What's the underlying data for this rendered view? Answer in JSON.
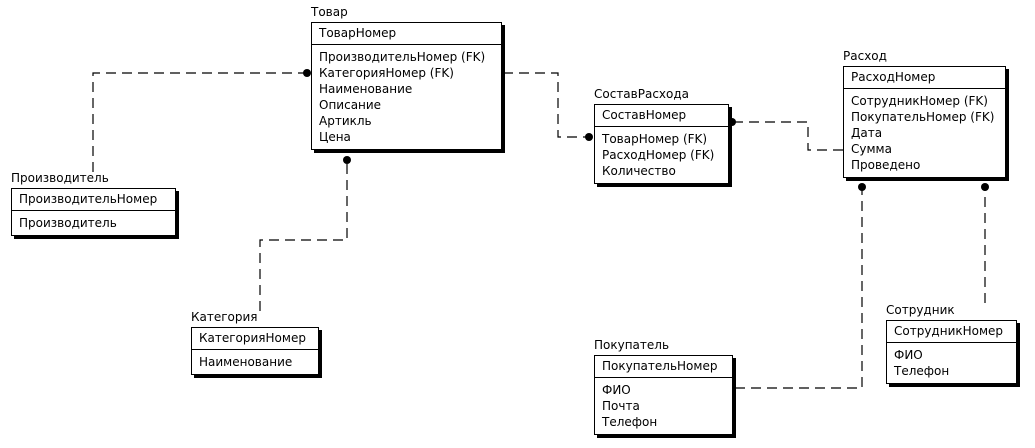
{
  "entities": {
    "tovar": {
      "title": "Товар",
      "pk": [
        "ТоварНомер"
      ],
      "attributes": [
        "ПроизводительНомер (FK)",
        "КатегорияНомер (FK)",
        "Наименование",
        "Описание",
        "Артикль",
        "Цена"
      ]
    },
    "proizvoditel": {
      "title": "Производитель",
      "pk": [
        "ПроизводительНомер"
      ],
      "attributes": [
        "Производитель"
      ]
    },
    "kategoriya": {
      "title": "Категория",
      "pk": [
        "КатегорияНомер"
      ],
      "attributes": [
        "Наименование"
      ]
    },
    "sostav": {
      "title": "СоставРасхода",
      "pk": [
        "СоставНомер"
      ],
      "attributes": [
        "ТоварНомер (FK)",
        "РасходНомер (FK)",
        "Количество"
      ]
    },
    "rashod": {
      "title": "Расход",
      "pk": [
        "РасходНомер"
      ],
      "attributes": [
        "СотрудникНомер (FK)",
        "ПокупательНомер (FK)",
        "Дата",
        "Сумма",
        "Проведено"
      ]
    },
    "pokupatel": {
      "title": "Покупатель",
      "pk": [
        "ПокупательНомер"
      ],
      "attributes": [
        "ФИО",
        "Почта",
        "Телефон"
      ]
    },
    "sotrudnik": {
      "title": "Сотрудник",
      "pk": [
        "СотрудникНомер"
      ],
      "attributes": [
        "ФИО",
        "Телефон"
      ]
    }
  },
  "relationships": [
    {
      "parent": "Производитель",
      "child": "Товар",
      "line_style": "dashed",
      "child_end": "dot"
    },
    {
      "parent": "Категория",
      "child": "Товар",
      "line_style": "dashed",
      "child_end": "dot"
    },
    {
      "parent": "Товар",
      "child": "СоставРасхода",
      "line_style": "dashed",
      "child_end": "dot"
    },
    {
      "parent": "Расход",
      "child": "СоставРасхода",
      "line_style": "dashed",
      "child_end": "dot"
    },
    {
      "parent": "Покупатель",
      "child": "Расход",
      "line_style": "dashed",
      "child_end": "dot"
    },
    {
      "parent": "Сотрудник",
      "child": "Расход",
      "line_style": "dashed",
      "child_end": "dot"
    }
  ]
}
